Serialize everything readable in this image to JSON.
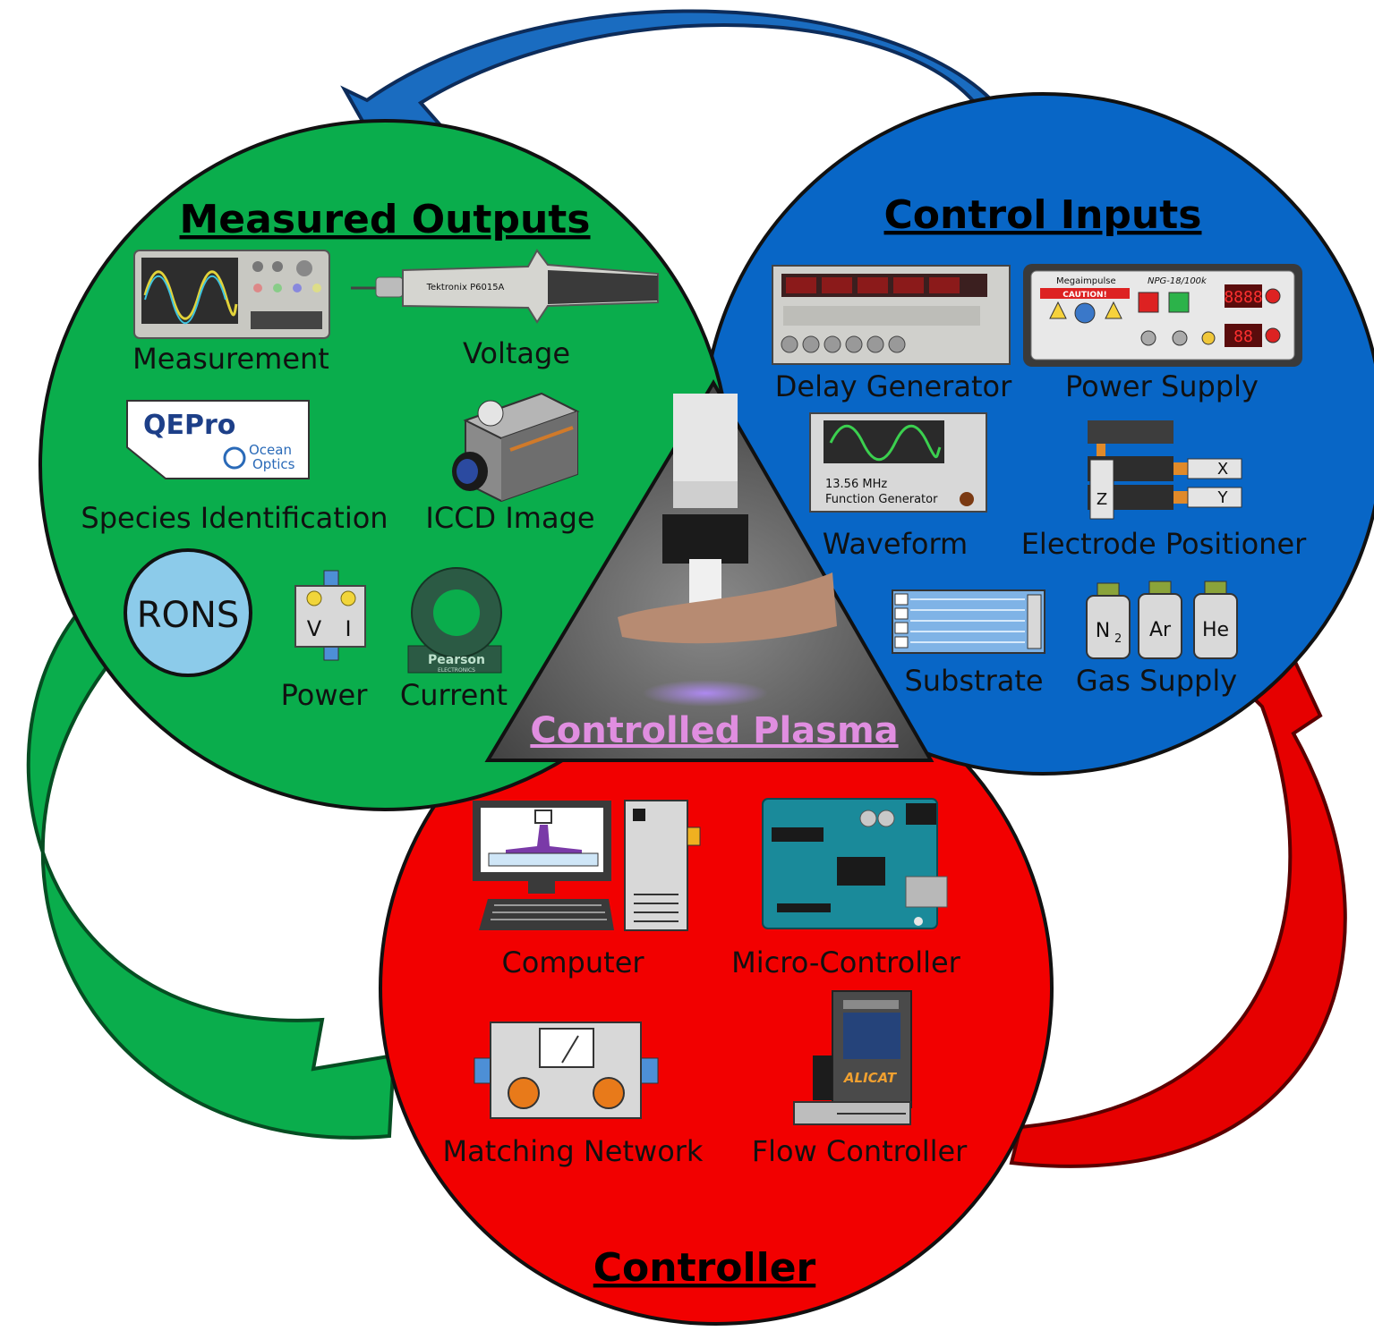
{
  "colors": {
    "outputs": "#0aad4c",
    "inputs": "#0866c6",
    "controller": "#f20000",
    "plasma": "#5f5f5f",
    "rons": "#8ccbea"
  },
  "measured_outputs": {
    "title": "Measured Outputs",
    "measurement": "Measurement",
    "voltage": "Voltage",
    "species": "Species Identification",
    "iccd": "ICCD Image",
    "qepro": "QEPro",
    "ocean_1": "Ocean",
    "ocean_2": "Optics",
    "rons": "RONS",
    "v": "V",
    "i": "I",
    "power": "Power",
    "current": "Current",
    "pearson": "Pearson",
    "pearson_sub": "ELECTRONICS",
    "probe_brand": "Tektronix  P6015A"
  },
  "control_inputs": {
    "title": "Control Inputs",
    "delay": "Delay Generator",
    "power_supply": "Power Supply",
    "waveform": "Waveform",
    "fg_freq": "13.56 MHz",
    "fg_name": "Function Generator",
    "electrode": "Electrode Positioner",
    "axis_x": "X",
    "axis_y": "Y",
    "axis_z": "Z",
    "substrate": "Substrate",
    "gas_supply": "Gas Supply",
    "gas_n": "N",
    "gas_n_sub": "2",
    "gas_ar": "Ar",
    "gas_he": "He",
    "ps_brand": "Megaimpulse",
    "ps_model": "NPG-18/100k",
    "ps_caution": "CAUTION!",
    "ps_digits": "8888",
    "ps_digits2": "88"
  },
  "plasma": {
    "title": "Controlled Plasma"
  },
  "controller": {
    "title": "Controller",
    "computer": "Computer",
    "micro": "Micro-Controller",
    "matching": "Matching Network",
    "flow": "Flow Controller",
    "alicat": "ALICAT"
  }
}
